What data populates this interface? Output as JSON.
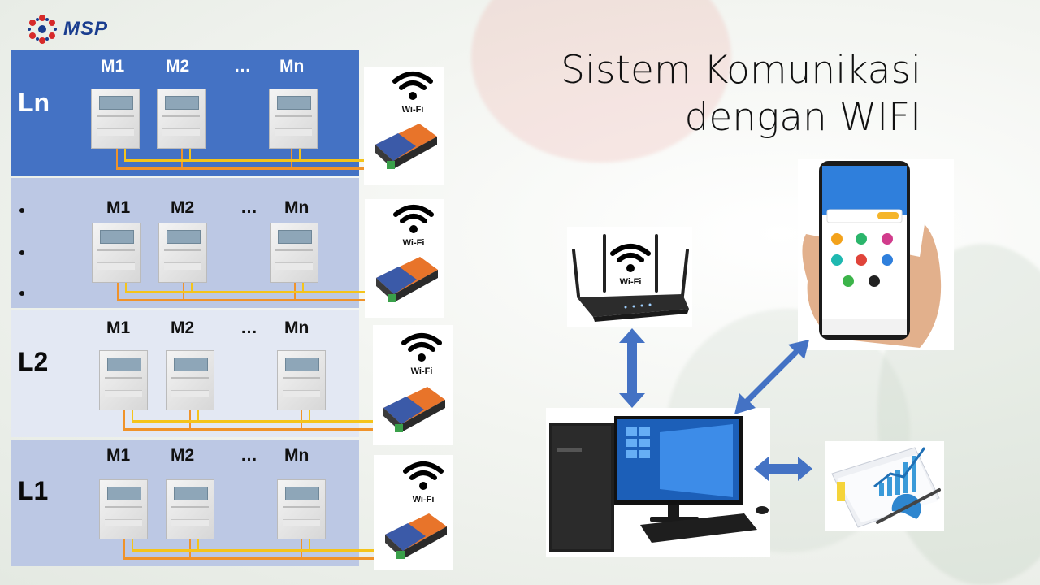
{
  "logo": {
    "text": "MSP"
  },
  "title": {
    "line1": "Sistem Komunikasi",
    "line2": "dengan WIFI"
  },
  "levels": {
    "ln": "Ln",
    "l2": "L2",
    "l1": "L1"
  },
  "meters": {
    "m1": "M1",
    "m2": "M2",
    "ellipsis": "…",
    "mn": "Mn"
  },
  "wifi": {
    "label": "Wi-Fi"
  },
  "colors": {
    "band_top": "#4472c4",
    "band_light": "#bcc8e4",
    "band_lighter": "#e3e8f3",
    "wire_orange": "#f0932a",
    "wire_yellow": "#f5c41a",
    "arrow": "#4472c4"
  },
  "icons": [
    "wifi-icon",
    "meter-icon",
    "converter-icon",
    "router-icon",
    "phone-icon",
    "computer-icon",
    "report-icon"
  ]
}
